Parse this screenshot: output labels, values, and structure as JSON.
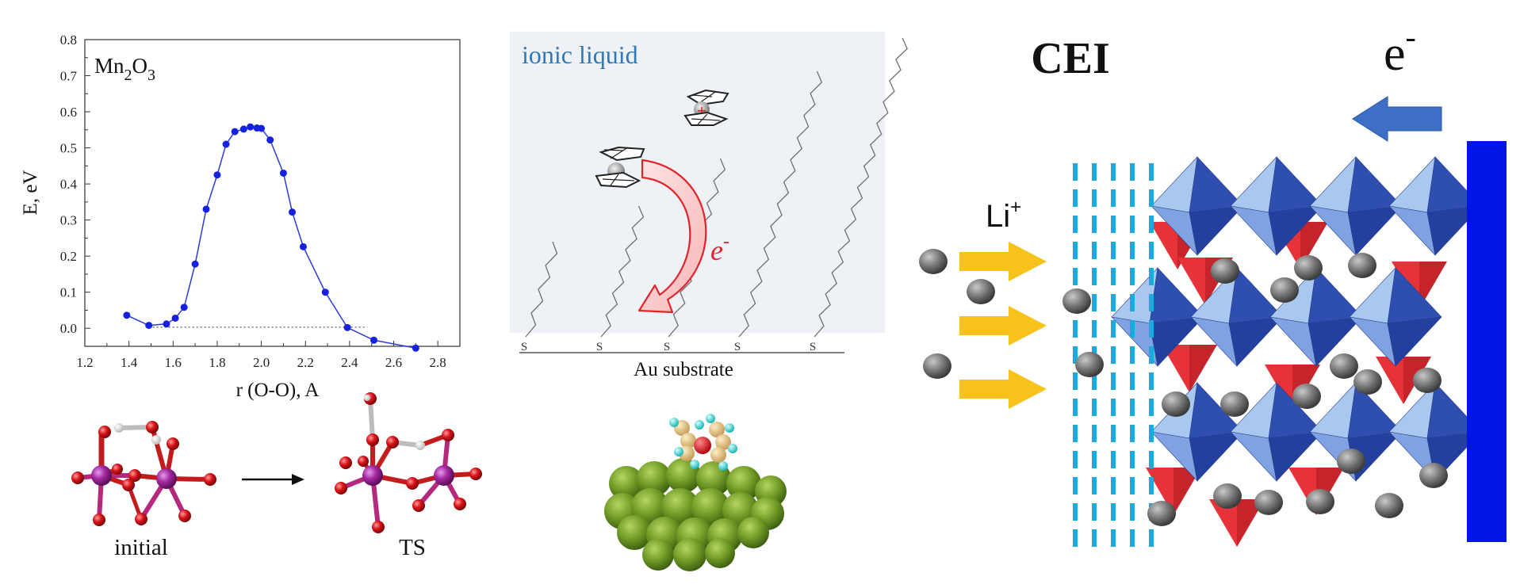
{
  "panel_left": {
    "compound": {
      "base": "Mn",
      "sub1": "2",
      "mid": "O",
      "sub2": "3"
    },
    "initial_label": "initial",
    "ts_label": "TS"
  },
  "panel_mid": {
    "ionic_liquid_label": "ionic liquid",
    "electron_label": "e",
    "electron_sup": "-",
    "substrate_label": "Au substrate",
    "sulfur_label": "S"
  },
  "panel_right": {
    "cei_label": "CEI",
    "electron_label": "e",
    "electron_sup": "-",
    "li_label": "Li",
    "li_sup": "+",
    "colors": {
      "blue_bar": "#0015e6",
      "cei_dash": "#1ba9de",
      "arrow_yellow": "#f7c21c",
      "arrow_blue": "#3d6fc4",
      "octa_dark": "#2f4fb0",
      "octa_light": "#a9c8f0",
      "tetra_red": "#e8323a",
      "sphere_grey": "#6a6a6a"
    }
  },
  "chart_data": {
    "type": "line",
    "title": "",
    "xlabel": "r (O-O), A",
    "ylabel": "E, eV",
    "xlim": [
      1.2,
      2.9
    ],
    "ylim": [
      -0.05,
      0.8
    ],
    "xticks": [
      "1.2",
      "1.4",
      "1.6",
      "1.8",
      "2.0",
      "2.2",
      "2.4",
      "2.6",
      "2.8"
    ],
    "yticks": [
      "0.0",
      "0.1",
      "0.2",
      "0.3",
      "0.4",
      "0.5",
      "0.6",
      "0.7",
      "0.8"
    ],
    "series": [
      {
        "x": [
          1.39,
          1.49,
          1.57,
          1.61,
          1.65,
          1.7,
          1.75,
          1.8,
          1.84,
          1.88,
          1.92,
          1.95,
          1.98,
          2.0,
          2.04,
          2.1,
          2.14,
          2.19,
          2.29,
          2.39,
          2.51,
          2.7
        ],
        "y": [
          0.036,
          0.008,
          0.012,
          0.028,
          0.058,
          0.178,
          0.33,
          0.425,
          0.51,
          0.545,
          0.552,
          0.558,
          0.555,
          0.554,
          0.522,
          0.43,
          0.322,
          0.226,
          0.1,
          0.002,
          -0.033,
          -0.055
        ]
      }
    ],
    "reference_line": {
      "y": 0.003,
      "x": [
        1.49,
        2.48
      ]
    }
  }
}
